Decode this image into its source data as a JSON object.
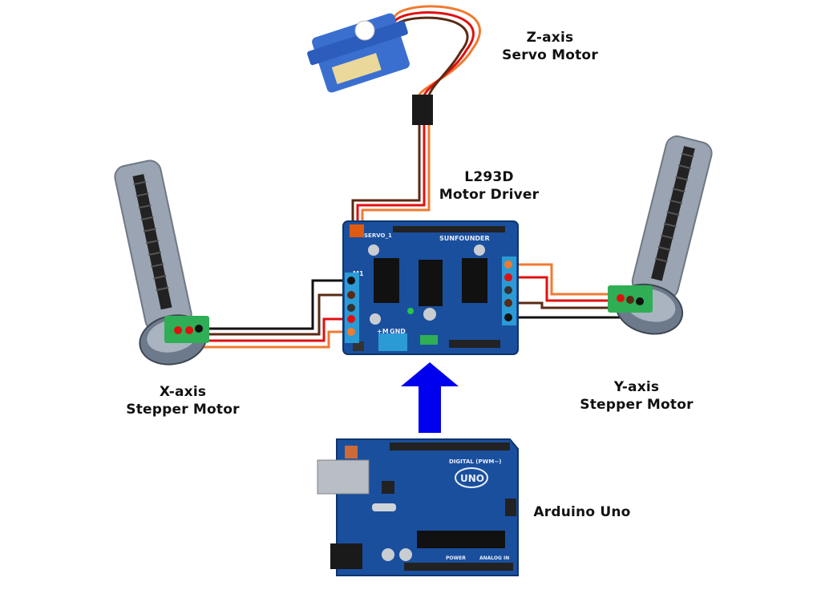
{
  "labels": {
    "servo": {
      "line1": "Z-axis",
      "line2": "Servo Motor"
    },
    "driver": {
      "line1": "L293D",
      "line2": "Motor Driver"
    },
    "x_motor": {
      "line1": "X-axis",
      "line2": "Stepper Motor"
    },
    "y_motor": {
      "line1": "Y-axis",
      "line2": "Stepper Motor"
    },
    "arduino": "Arduino Uno"
  },
  "board_text": {
    "shield_brand": "SUNFOUNDER",
    "arduino_logo": "UNO",
    "arduino_digital": "DIGITAL (PWM~)",
    "arduino_power": "POWER",
    "arduino_analog": "ANALOG IN",
    "shield_servo": "SERVO_1",
    "shield_m1": "M1",
    "shield_gnd": "GND",
    "shield_m2": "+M"
  },
  "colors": {
    "board_blue": "#1a4f9e",
    "arrow_blue": "#0000ee",
    "wire_black": "#111111",
    "wire_brown": "#5a2a14",
    "wire_red": "#e01010",
    "wire_orange": "#f07a30",
    "terminal_green": "#2fae55",
    "motor_gray": "#9aa4b2"
  }
}
